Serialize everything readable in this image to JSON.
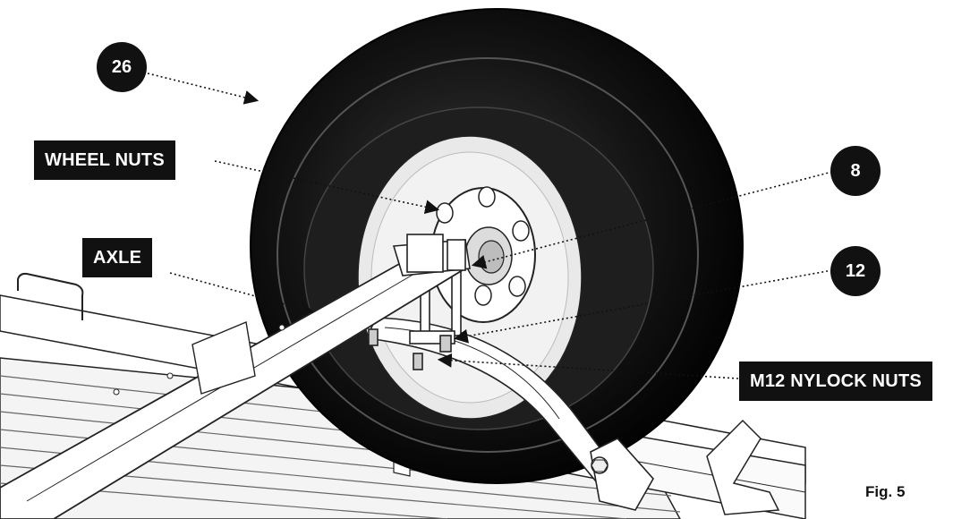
{
  "callouts": {
    "part_26": "26",
    "part_8": "8",
    "part_12": "12",
    "wheel_nuts": "WHEEL NUTS",
    "axle": "AXLE",
    "m12_nylock_nuts": "M12 NYLOCK NUTS"
  },
  "figure_label": "Fig. 5",
  "colors": {
    "callout_fill": "#111111",
    "callout_text": "#ffffff",
    "tyre": "#141414",
    "rim": "#e9e9e9",
    "linework": "#222222"
  }
}
